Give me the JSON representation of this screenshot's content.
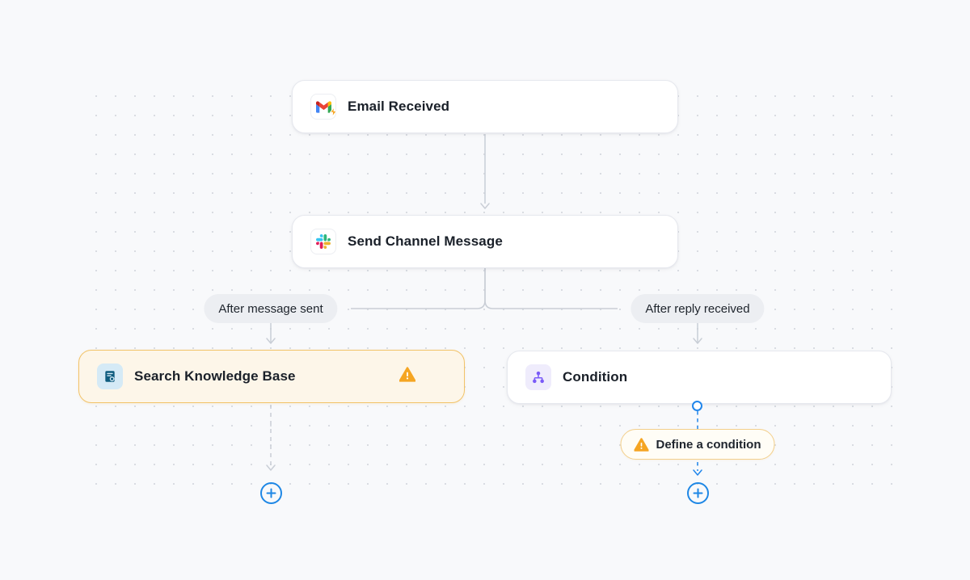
{
  "canvas": {
    "background_color": "#f8f9fb",
    "dot_color": "#d9dce2"
  },
  "nodes": {
    "email": {
      "title": "Email Received",
      "icon": "gmail-icon",
      "badge": "trigger-bolt"
    },
    "slack": {
      "title": "Send Channel Message",
      "icon": "slack-icon"
    },
    "search": {
      "title": "Search Knowledge Base",
      "icon": "knowledge-base-icon",
      "state": "warning"
    },
    "condition": {
      "title": "Condition",
      "icon": "condition-branch-icon"
    }
  },
  "branch_labels": {
    "left": "After message sent",
    "right": "After reply received"
  },
  "warning_pill": {
    "label": "Define a condition"
  },
  "colors": {
    "connector_gray": "#c9ced6",
    "connector_blue": "#2186eb",
    "warning_orange": "#f5a523",
    "warning_card_bg": "#fdf6e9",
    "warning_card_border": "#f2c369",
    "condition_purple": "#7a5af8",
    "knowledge_blue": "#0e5c7e",
    "add_button_blue": "#1e87e5"
  }
}
